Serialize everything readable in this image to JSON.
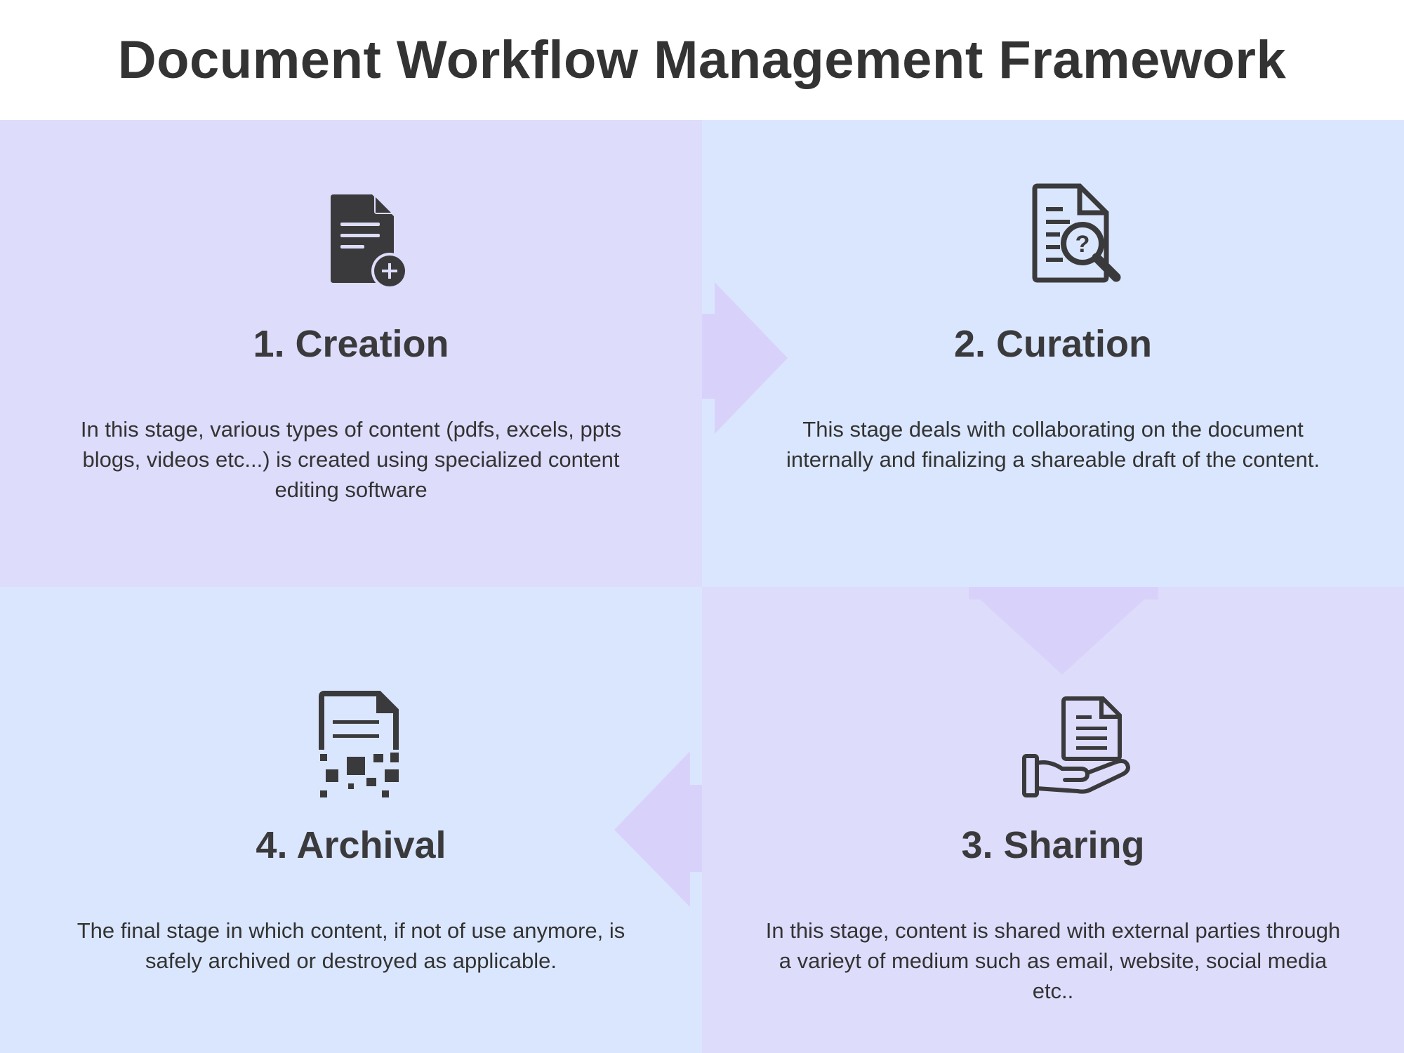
{
  "title": "Document Workflow Management Framework",
  "colors": {
    "purple_panel": "#dddcfb",
    "blue_panel": "#dae6fd",
    "arrow": "#d8d2fb",
    "icon": "#3a3a3c",
    "text": "#333333"
  },
  "stages": [
    {
      "title": "1. Creation",
      "icon": "document-add-icon",
      "description": "In this stage, various types of content (pdfs, excels, ppts blogs, videos etc...) is created using specialized content editing software"
    },
    {
      "title": "2. Curation",
      "icon": "document-search-icon",
      "description": "This stage deals with collaborating on the document internally and finalizing a shareable draft of the content."
    },
    {
      "title": "3. Sharing",
      "icon": "hand-document-icon",
      "description": "In this stage, content is shared with external parties through a varieyt of medium such as email, website, social media etc.."
    },
    {
      "title": "4. Archival",
      "icon": "document-shred-icon",
      "description": "The final stage in which content, if not of use anymore, is safely archived or destroyed as applicable."
    }
  ]
}
